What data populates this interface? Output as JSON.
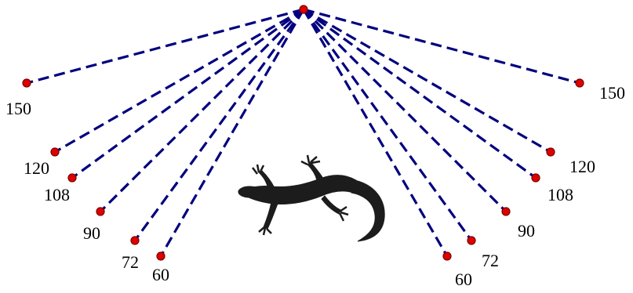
{
  "colors": {
    "ray": "#00007f",
    "point": "#e00000",
    "label": "#000000",
    "lizard": "#1c1c1c"
  },
  "icons": {
    "lizard": "lizard-silhouette-icon"
  },
  "apex": {
    "name": "apex-point"
  },
  "left_points": [
    {
      "label": "150"
    },
    {
      "label": "120"
    },
    {
      "label": "108"
    },
    {
      "label": "90"
    },
    {
      "label": "72"
    },
    {
      "label": "60"
    }
  ],
  "right_points": [
    {
      "label": "150"
    },
    {
      "label": "120"
    },
    {
      "label": "108"
    },
    {
      "label": "90"
    },
    {
      "label": "72"
    },
    {
      "label": "60"
    }
  ]
}
